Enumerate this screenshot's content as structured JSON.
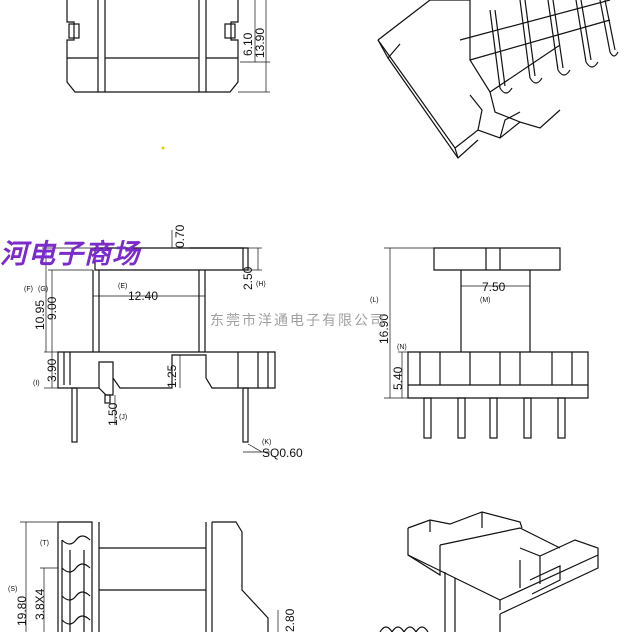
{
  "watermark": {
    "shop_name": "河电子商场",
    "company": "东莞市洋通电子有限公司"
  },
  "dimensions": {
    "top_view": [
      "6.10",
      "13.90"
    ],
    "front_view": {
      "d_E": "12.40",
      "d_F": "10.95",
      "d_G": "9.00",
      "d_H": "2.50",
      "d_I": "3.90",
      "d_J": "1.50",
      "d_K": "SQ0.60",
      "center": "1.25",
      "top": "0.70"
    },
    "side_view": {
      "d_L": "16.90",
      "d_M": "7.50",
      "d_N": "5.40"
    },
    "bottom_view": {
      "d_S": "19.80",
      "d_T": "3.8X4",
      "right": "2.80"
    }
  },
  "labels": {
    "E": "(E)",
    "F": "(F)",
    "G": "(G)",
    "H": "(H)",
    "I": "(I)",
    "J": "(J)",
    "K": "(K)",
    "L": "(L)",
    "M": "(M)",
    "N": "(N)",
    "S": "(S)",
    "T": "(T)"
  },
  "colors": {
    "line": "#111111",
    "watermark_purple": "#7b2bc9",
    "watermark_gray": "#a0a0a0"
  }
}
